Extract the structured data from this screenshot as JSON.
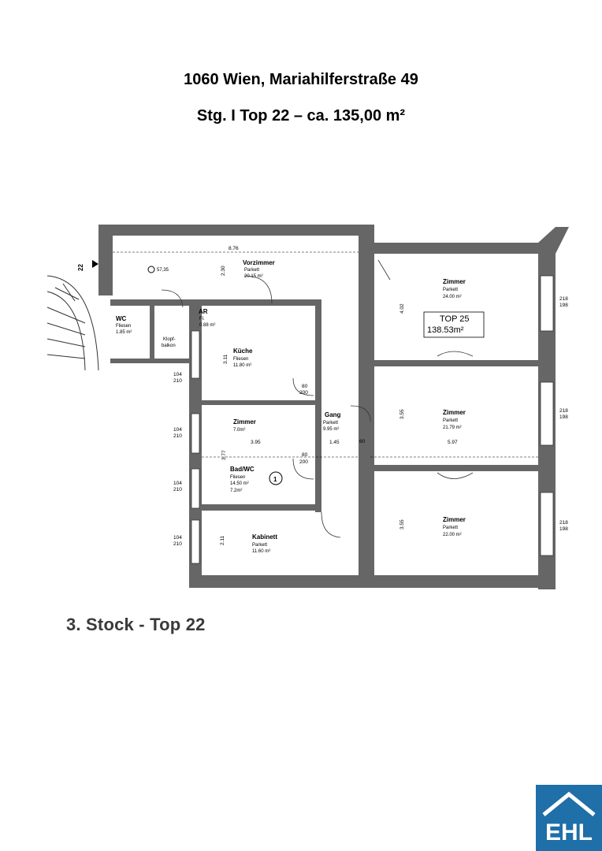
{
  "header": {
    "address": "1060 Wien, Mariahilferstraße 49",
    "unit": "Stg. I Top 22 – ca. 135,00 m²"
  },
  "floor_label": "3. Stock - Top 22",
  "logo": {
    "text": "EHL",
    "color": "#1f6fa8"
  },
  "plan": {
    "stair_number": "22",
    "level_mark": "57,35",
    "dims": {
      "top_width": "8.76",
      "vorzimmer_height": "2.30",
      "kueche_height": "3.11",
      "zimmer_small_height": "3.77",
      "kabinett_height": "2.11",
      "zimmer_height_1": "4.02",
      "zimmer_height_2": "3.55",
      "zimmer_height_3": "3.55",
      "width_1": "3.95",
      "width_2": "1.45",
      "width_3": "5.97",
      "gang_wall": "60"
    },
    "doors": [
      {
        "w": "80",
        "h": "200"
      },
      {
        "w": "80",
        "h": "200"
      }
    ],
    "windows_left": [
      {
        "w": "104",
        "h": "210"
      },
      {
        "w": "104",
        "h": "210"
      },
      {
        "w": "104",
        "h": "210"
      },
      {
        "w": "104",
        "h": "210"
      }
    ],
    "windows_right": [
      {
        "w": "218",
        "h": "198"
      },
      {
        "w": "218",
        "h": "198"
      },
      {
        "w": "218",
        "h": "198"
      }
    ],
    "rooms": {
      "vorzimmer": {
        "name": "Vorzimmer",
        "floor": "Parkett",
        "area": "20.15 m²"
      },
      "wc": {
        "name": "WC",
        "floor": "Fliesen",
        "area": "1.85 m²"
      },
      "klopf": {
        "name": "Klopf-",
        "floor": "balkon"
      },
      "ar": {
        "name": "AR",
        "floor": "Fl.",
        "area": "0.88 m²"
      },
      "kueche": {
        "name": "Küche",
        "floor": "Fliesen",
        "area": "11.80 m²"
      },
      "zimmer_small": {
        "name": "Zimmer",
        "area": "7.0m²"
      },
      "gang": {
        "name": "Gang",
        "floor": "Parkett",
        "area": "9.95 m²"
      },
      "bad": {
        "name": "Bad/WC",
        "floor": "Fliesen",
        "area": "14.50 m²",
        "area2": "7.2m²"
      },
      "kabinett": {
        "name": "Kabinett",
        "floor": "Parkett",
        "area": "11.60 m²"
      },
      "zimmer1": {
        "name": "Zimmer",
        "floor": "Parkett",
        "area": "24.00 m²"
      },
      "zimmer2": {
        "name": "Zimmer",
        "floor": "Parkett",
        "area": "21.79 m²"
      },
      "zimmer3": {
        "name": "Zimmer",
        "floor": "Parkett",
        "area": "22.00 m²"
      }
    },
    "top25": {
      "label": "TOP 25",
      "area": "138.53m²"
    },
    "circle_mark": "1"
  }
}
